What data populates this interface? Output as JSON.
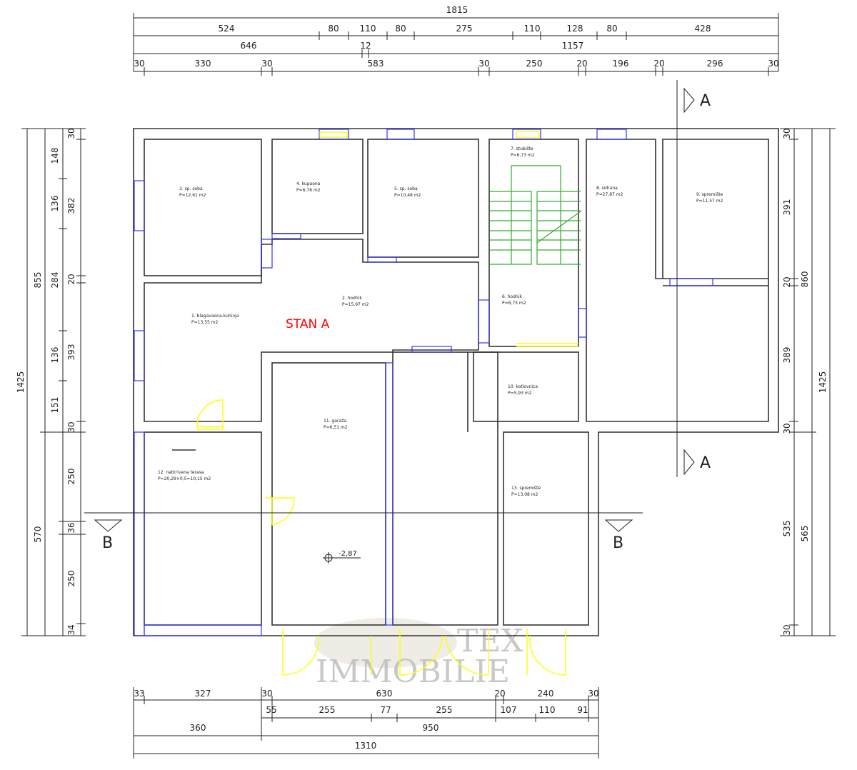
{
  "title": "STAN A",
  "elevation": "-2,87",
  "watermark": {
    "line1": "TEX",
    "line2": "IMMOBILIE"
  },
  "sections": {
    "a_top": "A",
    "a_bottom": "A",
    "b_left": "B",
    "b_right": "B"
  },
  "top_dims": {
    "overall": "1815",
    "row2": [
      "524",
      "80",
      "110",
      "80",
      "275",
      "110",
      "128",
      "80",
      "428"
    ],
    "row3": [
      "646",
      "12",
      "1157"
    ],
    "row4": [
      "30",
      "330",
      "30",
      "583",
      "30",
      "250",
      "20",
      "196",
      "20",
      "296",
      "30"
    ]
  },
  "left_dims": {
    "overall": "1425",
    "col2": [
      "855",
      "570"
    ],
    "col3": [
      "148",
      "136",
      "284",
      "136",
      "151",
      "250",
      "36",
      "250"
    ],
    "col4": [
      "30",
      "382",
      "20",
      "393",
      "30",
      "34"
    ]
  },
  "right_dims": {
    "col1": [
      "30",
      "391",
      "20",
      "389",
      "30",
      "535",
      "30"
    ],
    "col2": [
      "860",
      "565"
    ],
    "overall": "1425"
  },
  "bottom_dims": {
    "row1": [
      "33",
      "327",
      "30",
      "630",
      "20",
      "240",
      "30"
    ],
    "row2": [
      "55",
      "255",
      "77",
      "255",
      "107",
      "110",
      "91"
    ],
    "row3": [
      "360",
      "950"
    ],
    "overall": "1310"
  },
  "rooms": [
    {
      "name": "1. blagavaona-kuhinja",
      "area": "P=13,55 m2"
    },
    {
      "name": "2. hodnik",
      "area": "P=15,97 m2"
    },
    {
      "name": "3. sp. soba",
      "area": "P=12,61 m2"
    },
    {
      "name": "4. kupaona",
      "area": "P=6,76 m2"
    },
    {
      "name": "5. sp. soba",
      "area": "P=10,48 m2"
    },
    {
      "name": "6. hodnik",
      "area": "P=6,75 m2"
    },
    {
      "name": "7. stubište",
      "area": "P=6,73 m2"
    },
    {
      "name": "8. sidrana",
      "area": "P=27,87 m2"
    },
    {
      "name": "9. spremište",
      "area": "P=11,57 m2"
    },
    {
      "name": "10. kotlovnica",
      "area": "P=5,93 m2"
    },
    {
      "name": "11. garaža",
      "area": "P=6,51 m2"
    },
    {
      "name": "12. natkrivena terasa",
      "area": "P=20,29×0,5=10,15 m2"
    },
    {
      "name": "13. spremište",
      "area": "P=13,08 m2"
    }
  ],
  "colors": {
    "walls": "#333333",
    "windows": "#3333ff",
    "doors": "#ffff00",
    "stairs": "#33aa33",
    "title": "#ff0000"
  }
}
